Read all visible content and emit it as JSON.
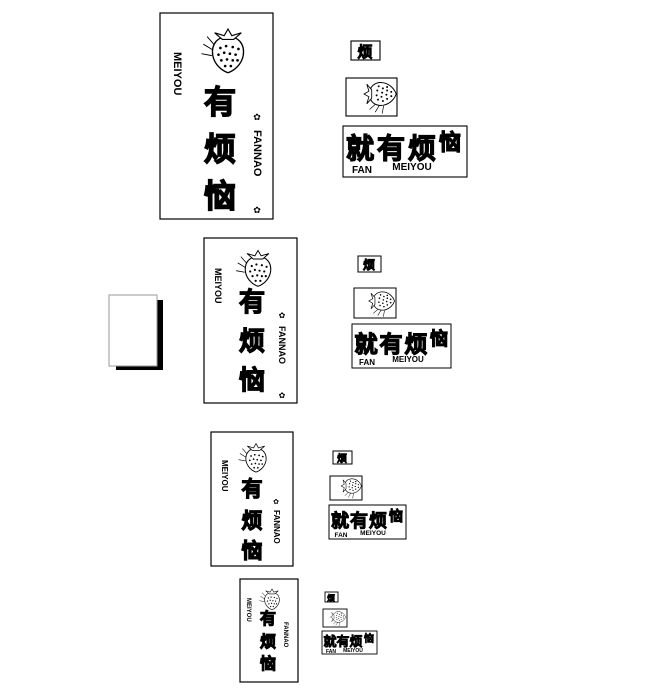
{
  "sign": {
    "chars": [
      "有",
      "烦",
      "恼"
    ],
    "brand_vertical": "MEIYOU",
    "pinyin_vertical": "FANNAO",
    "flower_glyph": "✿"
  },
  "plaque": {
    "leaf_char": "烦",
    "main_chars": [
      "就",
      "有",
      "烦",
      "恼"
    ],
    "line1": "MEIYOU",
    "line2": "FAN"
  },
  "colors": {
    "ink": "#000000",
    "paper": "#ffffff",
    "shadow": "#000000",
    "frame": "#9a9a9a"
  }
}
